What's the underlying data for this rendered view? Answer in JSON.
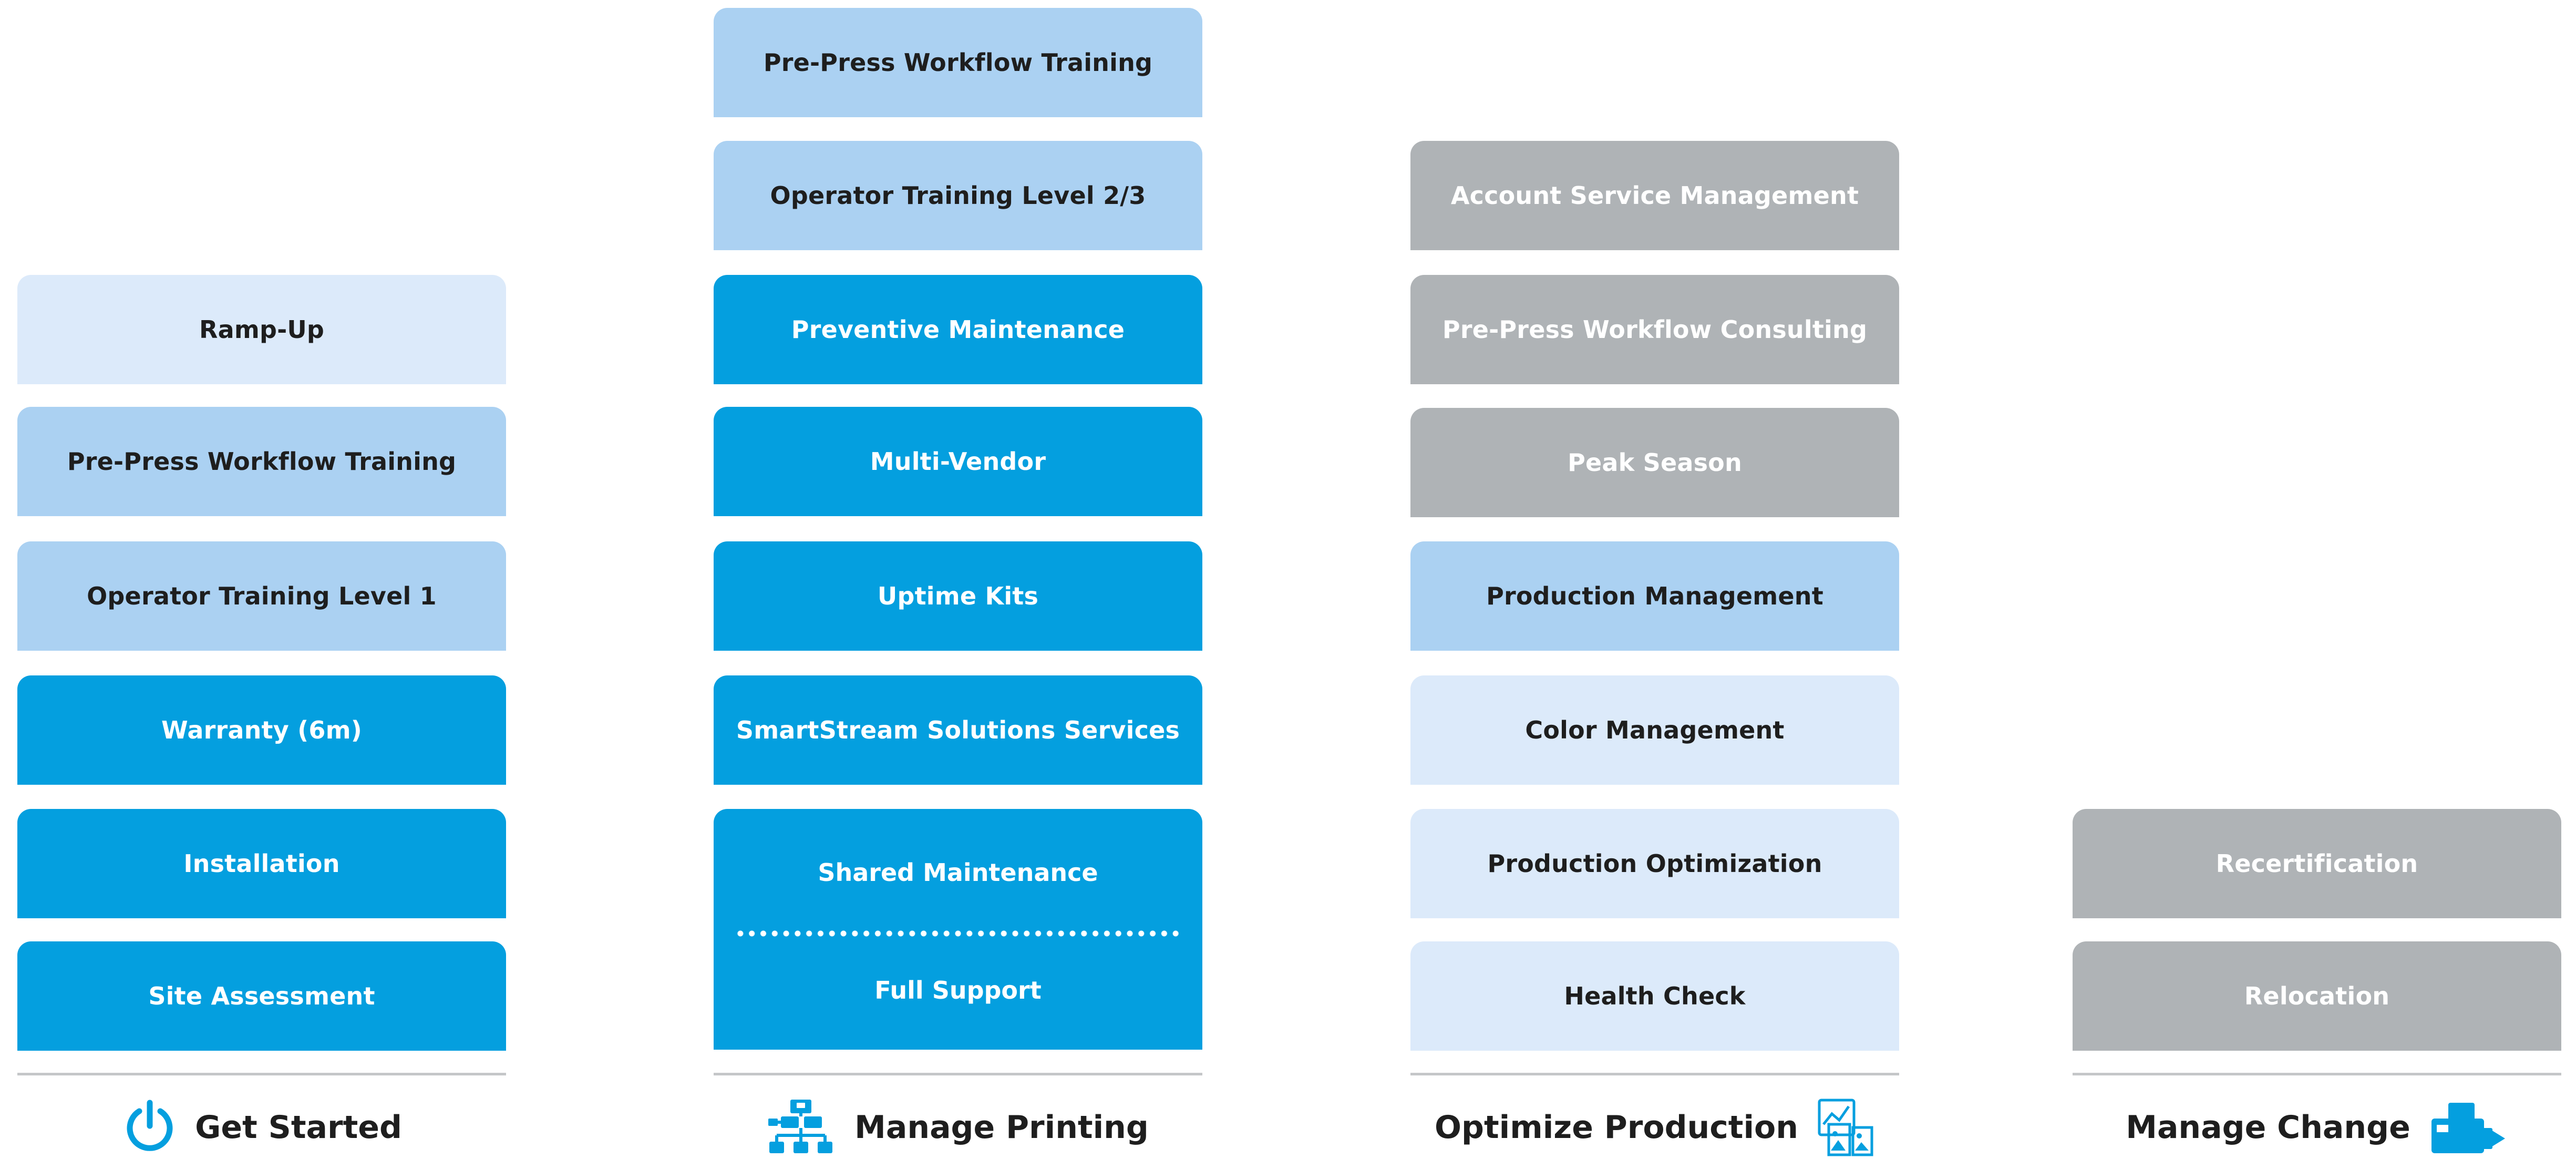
{
  "colors": {
    "dark_blue": "#049fdf",
    "mid_blue": "#abd1f2",
    "light_blue": "#dceafa",
    "gray": "#afb3b6",
    "icon_blue": "#049fdf"
  },
  "columns": [
    {
      "label": "Get Started",
      "icon": "power-icon",
      "items": [
        {
          "label": "Ramp-Up",
          "style": "light"
        },
        {
          "label": "Pre-Press Workflow Training",
          "style": "mid"
        },
        {
          "label": "Operator Training Level 1",
          "style": "mid"
        },
        {
          "label": "Warranty (6m)",
          "style": "dark"
        },
        {
          "label": "Installation",
          "style": "dark"
        },
        {
          "label": "Site Assessment",
          "style": "dark"
        }
      ]
    },
    {
      "label": "Manage Printing",
      "icon": "workflow-network-icon",
      "items": [
        {
          "label": "Pre-Press Workflow Training",
          "style": "mid"
        },
        {
          "label": "Operator Training Level 2/3",
          "style": "mid"
        },
        {
          "label": "Preventive Maintenance",
          "style": "dark"
        },
        {
          "label": "Multi-Vendor",
          "style": "dark"
        },
        {
          "label": "Uptime Kits",
          "style": "dark"
        },
        {
          "label": "SmartStream Solutions Services",
          "style": "dark"
        }
      ],
      "combined_item": {
        "top_label": "Shared Maintenance",
        "bottom_label": "Full Support",
        "style": "dark"
      }
    },
    {
      "label": "Optimize Production",
      "icon": "reports-documents-icon",
      "items": [
        {
          "label": "Account Service Management",
          "style": "gray"
        },
        {
          "label": "Pre-Press Workflow Consulting",
          "style": "gray"
        },
        {
          "label": "Peak Season",
          "style": "gray"
        },
        {
          "label": "Production Management",
          "style": "mid"
        },
        {
          "label": "Color Management",
          "style": "light"
        },
        {
          "label": "Production Optimization",
          "style": "light"
        },
        {
          "label": "Health Check",
          "style": "light"
        }
      ]
    },
    {
      "label": "Manage Change",
      "icon": "press-relocation-icon",
      "items": [
        {
          "label": "Recertification",
          "style": "gray"
        },
        {
          "label": "Relocation",
          "style": "gray"
        }
      ]
    }
  ]
}
